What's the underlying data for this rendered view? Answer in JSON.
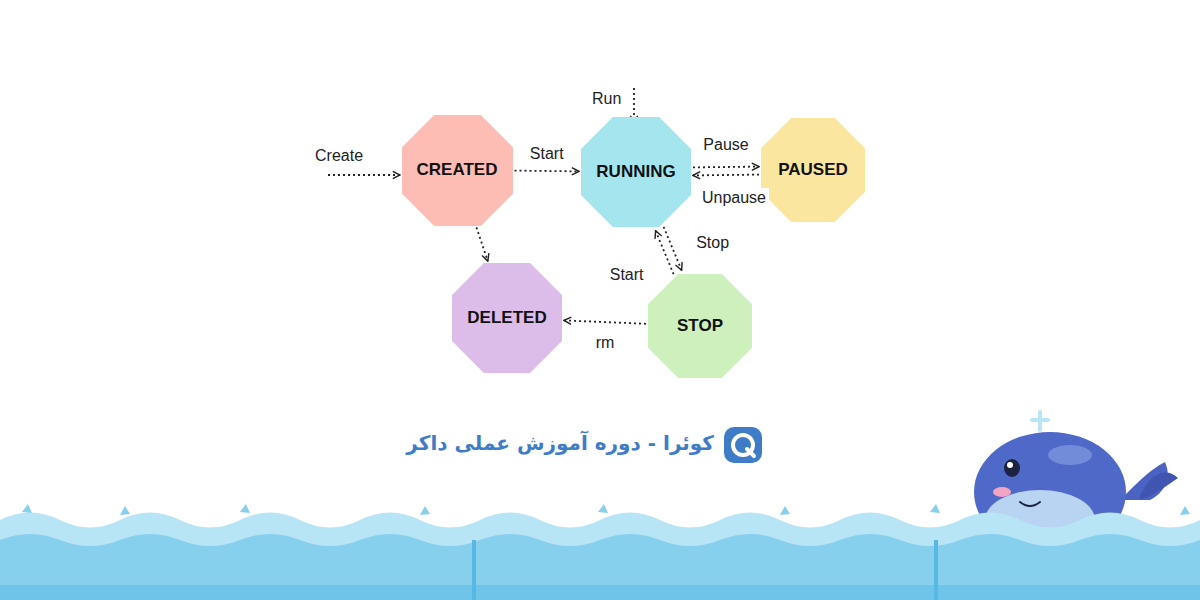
{
  "diagram": {
    "nodes": [
      {
        "text": [
          "CREATED"
        ]
      },
      {
        "text": [
          "RUNNING"
        ]
      },
      {
        "text": [
          "PAUSED"
        ]
      },
      {
        "text": [
          "DELETED"
        ]
      },
      {
        "text": [
          "STOP"
        ]
      }
    ],
    "edges": [
      {
        "from": 0,
        "to": 1,
        "label": "Start",
        "arrow": "to"
      },
      {
        "from": 1,
        "to": 2,
        "label": "Pause",
        "arrow": "to"
      },
      {
        "from": 2,
        "to": 1,
        "label": "Unpause",
        "arrow": "to"
      },
      {
        "from": 1,
        "to": 4,
        "label": "Stop",
        "arrow": "to"
      },
      {
        "from": 4,
        "to": 1,
        "label": "Start",
        "arrow": "to"
      },
      {
        "from": 0,
        "to": 3,
        "arrow": "to"
      },
      {
        "from": 4,
        "to": 3,
        "label": "rm",
        "arrow": "to"
      }
    ],
    "labels": [
      "Create",
      "Run",
      "کوئرا - دوره آموزش عملی داکر"
    ]
  }
}
